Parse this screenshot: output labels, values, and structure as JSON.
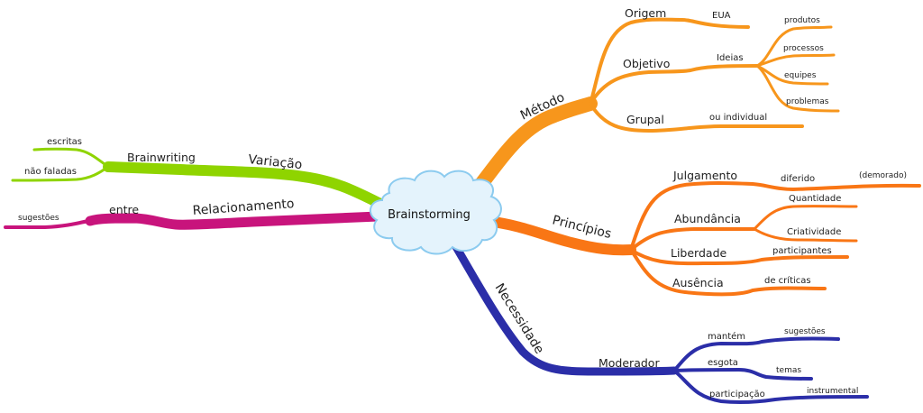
{
  "colors": {
    "metodo": "#f7961c",
    "principios": "#f97615",
    "necessidade": "#2b2ea8",
    "variacao": "#8fd400",
    "relacionamento": "#c8147c",
    "cloud_fill": "#e4f3fc",
    "cloud_stroke": "#8ccbef"
  },
  "center": {
    "label": "Brainstorming"
  },
  "branches": {
    "metodo": {
      "label": "Método",
      "children": {
        "origem": {
          "label": "Origem",
          "child": "EUA"
        },
        "objetivo": {
          "label": "Objetivo",
          "child": "Ideias",
          "leaves": [
            "produtos",
            "processos",
            "equipes",
            "problemas"
          ]
        },
        "grupal": {
          "label": "Grupal",
          "child": "ou individual"
        }
      }
    },
    "principios": {
      "label": "Princípios",
      "children": {
        "julgamento": {
          "label": "Julgamento",
          "child": "diferido",
          "leaf": "(demorado)"
        },
        "abundancia": {
          "label": "Abundância",
          "leaves": [
            "Quantidade",
            "Criatividade"
          ]
        },
        "liberdade": {
          "label": "Liberdade",
          "child": "participantes"
        },
        "ausencia": {
          "label": "Ausência",
          "child": "de críticas"
        }
      }
    },
    "necessidade": {
      "label": "Necessidade",
      "children": {
        "moderador": {
          "label": "Moderador",
          "items": [
            {
              "label": "mantém",
              "leaf": "sugestões"
            },
            {
              "label": "esgota",
              "leaf": "temas"
            },
            {
              "label": "participação",
              "leaf": "instrumental"
            }
          ]
        }
      }
    },
    "variacao": {
      "label": "Variação",
      "children": {
        "brainwriting": {
          "label": "Brainwriting",
          "leaves": [
            "escritas",
            "não faladas"
          ]
        }
      }
    },
    "relacionamento": {
      "label": "Relacionamento",
      "children": {
        "entre": {
          "label": "entre",
          "leaf": "sugestões"
        }
      }
    }
  }
}
